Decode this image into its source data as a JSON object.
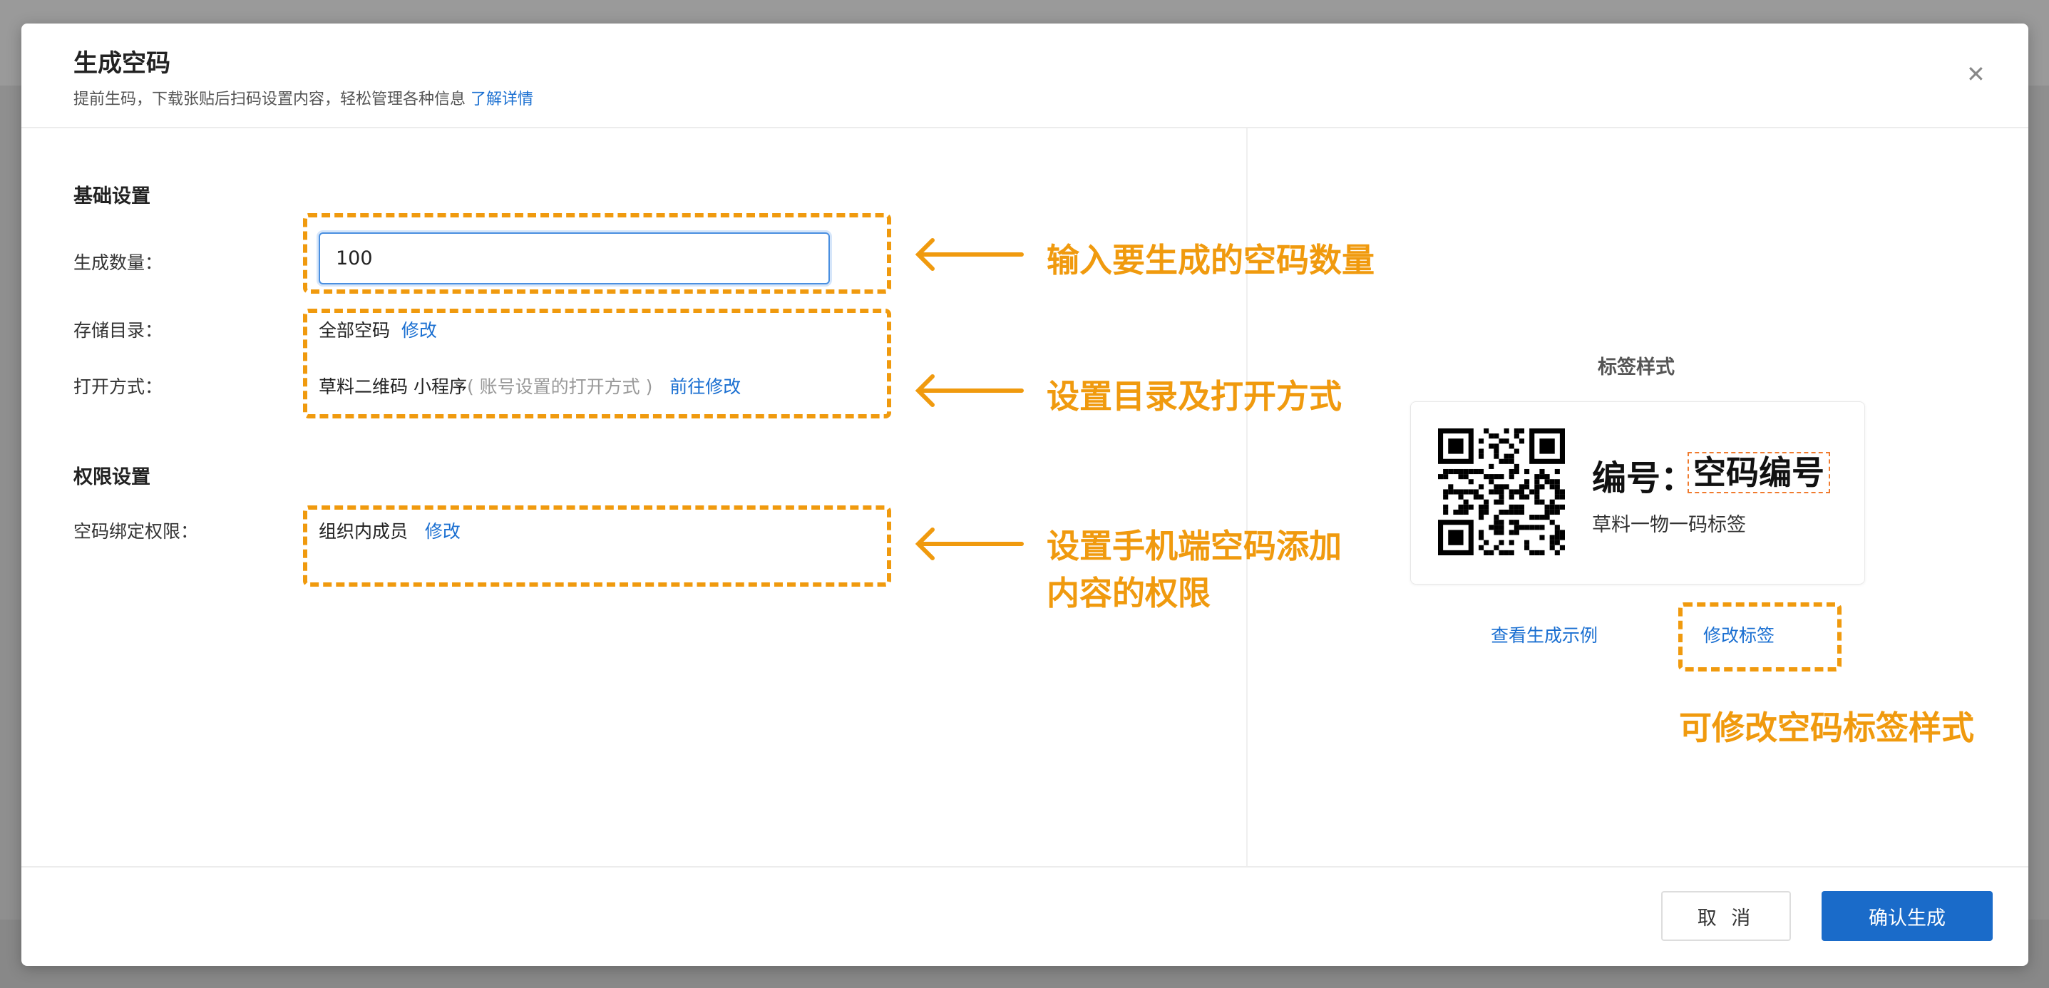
{
  "dialog": {
    "title": "生成空码",
    "subtitle": "提前生码，下载张贴后扫码设置内容，轻松管理各种信息",
    "learn_more": "了解详情",
    "close_icon": "close-icon"
  },
  "basic": {
    "section_title": "基础设置",
    "quantity_label": "生成数量：",
    "quantity_value": "100",
    "directory_label": "存储目录：",
    "directory_value": "全部空码",
    "directory_edit": "修改",
    "open_label": "打开方式：",
    "open_value": "草料二维码 小程序",
    "open_hint": "( 账号设置的打开方式 )",
    "open_edit": "前往修改"
  },
  "permission": {
    "section_title": "权限设置",
    "bind_label": "空码绑定权限：",
    "bind_value": "组织内成员",
    "bind_edit": "修改"
  },
  "label_preview": {
    "title": "标签样式",
    "number_prefix": "编号：",
    "number_value": "空码编号",
    "caption": "草料一物一码标签",
    "view_example": "查看生成示例",
    "edit_label": "修改标签"
  },
  "annotations": {
    "quantity": "输入要生成的空码数量",
    "directory": "设置目录及打开方式",
    "permission_line1": "设置手机端空码添加",
    "permission_line2": "内容的权限",
    "label": "可修改空码标签样式",
    "color": "#f09a0e"
  },
  "footer": {
    "cancel": "取 消",
    "confirm": "确认生成"
  }
}
